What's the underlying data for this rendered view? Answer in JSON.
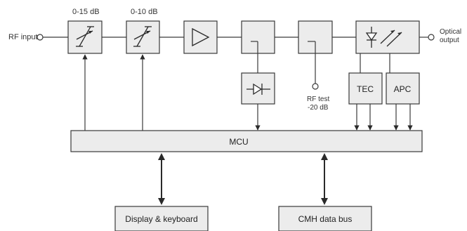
{
  "labels": {
    "rf_input": "RF input",
    "atten1": "0-15 dB",
    "atten2": "0-10 dB",
    "optical_output_line1": "Optical",
    "optical_output_line2": "output",
    "rf_test_line1": "RF test",
    "rf_test_line2": "-20 dB",
    "tec": "TEC",
    "apc": "APC",
    "mcu": "MCU",
    "display": "Display & keyboard",
    "cmh": "CMH data bus"
  },
  "icons": {
    "attenuator": "variable-attenuator-icon",
    "amplifier": "amplifier-triangle-icon",
    "detector": "diode-detector-icon",
    "laser": "laser-diode-icon"
  }
}
